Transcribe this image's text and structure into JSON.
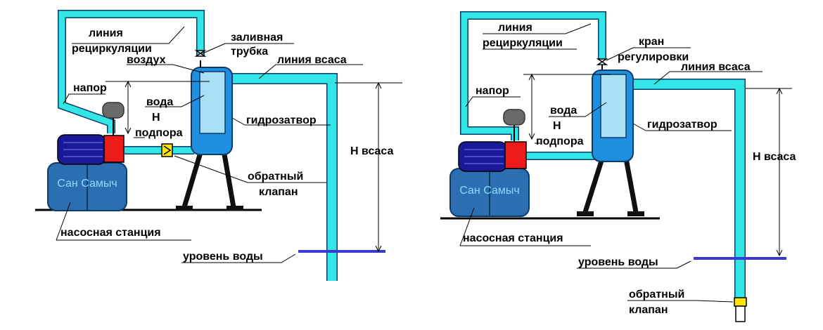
{
  "colors": {
    "pipe": "#33e6e6",
    "pipe_outline": "#0b3b6b",
    "tank": "#1f8fe0",
    "water": "#a9e0f5",
    "motor": "#1a1a99",
    "station": "#2b6fb0",
    "red_block": "#ee1b1b",
    "valve": "#ffe600",
    "water_level": "#3a3ad0",
    "leg": "#101010",
    "gauge": "#6a6a6a"
  },
  "left": {
    "recirculation_label_1": "линия",
    "recirculation_label_2": "рециркуляции",
    "fill_pipe_label_1": "заливная",
    "fill_pipe_label_2": "трубка",
    "air_label": "воздух",
    "suction_line_label": "линия всаса",
    "pressure_label": "напор",
    "water_label": "вода",
    "h_support_label_1": "Н",
    "h_support_label_2": "подпора",
    "hydro_lock_label": "гидрозатвор",
    "h_suction_label": "Н всаса",
    "check_valve_label_1": "обратный",
    "check_valve_label_2": "клапан",
    "station_brand": "Сан Самыч",
    "pump_station_label": "насосная станция",
    "water_level_label": "уровень воды"
  },
  "right": {
    "recirculation_label_1": "линия",
    "recirculation_label_2": "рециркуляции",
    "control_valve_label_1": "кран",
    "control_valve_label_2": "регулировки",
    "suction_line_label": "линия всаса",
    "pressure_label": "напор",
    "water_label": "вода",
    "h_support_label_1": "Н",
    "h_support_label_2": "подпора",
    "hydro_lock_label": "гидрозатвор",
    "h_suction_label": "Н всаса",
    "station_brand": "Сан Самыч",
    "pump_station_label": "насосная станция",
    "water_level_label": "уровень воды",
    "check_valve_label_1": "обратный",
    "check_valve_label_2": "клапан"
  }
}
